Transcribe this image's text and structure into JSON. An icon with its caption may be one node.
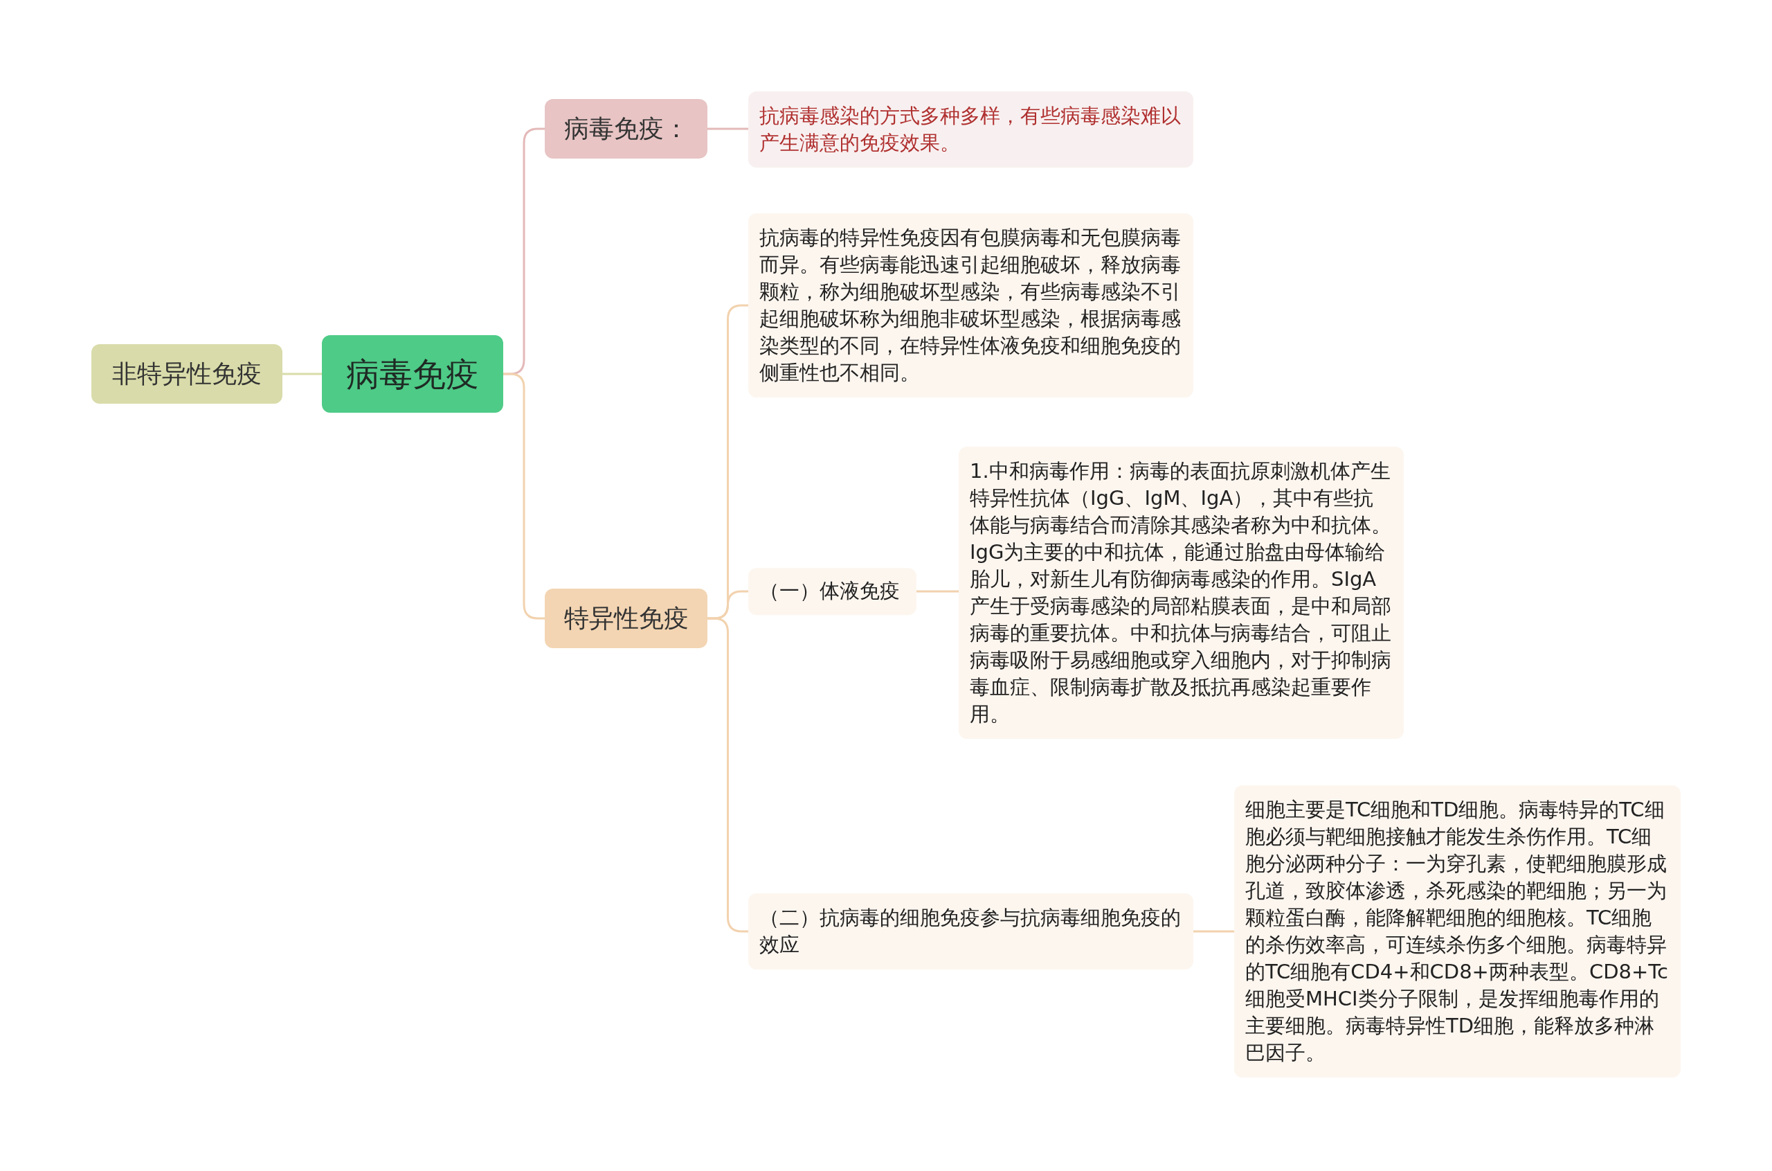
{
  "diagram": {
    "nodes": [
      {
        "text": [
          "病毒免疫"
        ]
      },
      {
        "text": [
          "非特异性免疫"
        ]
      },
      {
        "text": [
          "病毒免疫："
        ]
      },
      {
        "text": [
          "抗病毒感染的方式多种多样，有些病毒感染难以产生满意的免疫效果。"
        ]
      },
      {
        "text": [
          "特异性免疫"
        ]
      },
      {
        "text": [
          "抗病毒的特异性免疫因有包膜病毒和无包膜病毒而异。有些病毒能迅速引起细胞破坏，释放病毒颗粒，称为细胞破坏型感染，有些病毒感染不引起细胞破坏称为细胞非破坏型感染，根据病毒感染类型的不同，在特异性体液免疫和细胞免疫的侧重性也不相同。"
        ]
      },
      {
        "text": [
          "（一）体液免疫"
        ]
      },
      {
        "text": [
          "1.中和病毒作用：病毒的表面抗原刺激机体产生特异性抗体（IgG、IgM、IgA），其中有些抗体能与病毒结合而清除其感染者称为中和抗体。IgG为主要的中和抗体，能通过胎盘由母体输给胎儿，对新生儿有防御病毒感染的作用。SIgA产生于受病毒感染的局部粘膜表面，是中和局部病毒的重要抗体。中和抗体与病毒结合，可阻止病毒吸附于易感细胞或穿入细胞内，对于抑制病毒血症、限制病毒扩散及抵抗再感染起重要作用。"
        ]
      },
      {
        "text": [
          "（二）抗病毒的细胞免疫参与抗病毒细胞免疫的效应"
        ]
      },
      {
        "text": [
          "细胞主要是TC细胞和TD细胞。病毒特异的TC细胞必须与靶细胞接触才能发生杀伤作用。TC细胞分泌两种分子：一为穿孔素，使靶细胞膜形成孔道，致胶体渗透，杀死感染的靶细胞；另一为颗粒蛋白酶，能降解靶细胞的细胞核。TC细胞的杀伤效率高，可连续杀伤多个细胞。病毒特异的TC细胞有CD4+和CD8+两种表型。CD8+Tc细胞受MHCⅠ类分子限制，是发挥细胞毒作用的主要细胞。病毒特异性TD细胞，能释放多种淋巴因子。"
        ]
      }
    ],
    "edges": [
      {
        "from": 0,
        "to": 1,
        "arrow": "none",
        "color": "#d9dcaa"
      },
      {
        "from": 0,
        "to": 2,
        "arrow": "none",
        "color": "#e4b9b9"
      },
      {
        "from": 2,
        "to": 3,
        "arrow": "none",
        "color": "#e4b9b9"
      },
      {
        "from": 0,
        "to": 4,
        "arrow": "none"
      },
      {
        "from": 4,
        "to": 5,
        "arrow": "none"
      },
      {
        "from": 4,
        "to": 6,
        "arrow": "none"
      },
      {
        "from": 6,
        "to": 7,
        "arrow": "none"
      },
      {
        "from": 4,
        "to": 8,
        "arrow": "none"
      },
      {
        "from": 8,
        "to": 9,
        "arrow": "none"
      }
    ]
  }
}
